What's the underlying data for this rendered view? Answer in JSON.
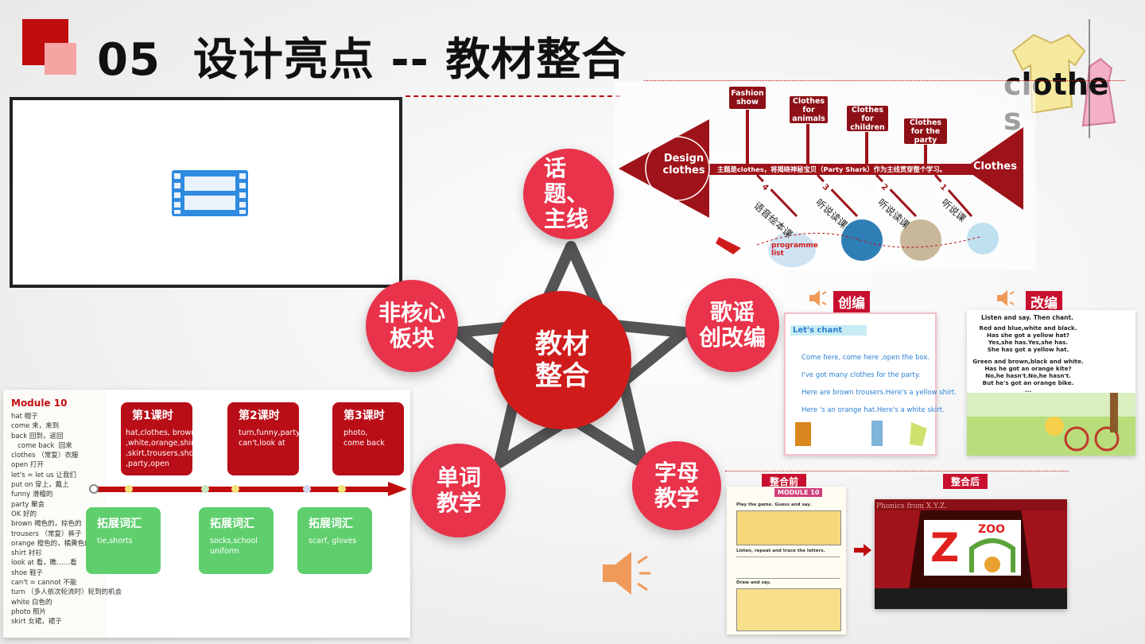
{
  "title": "05  设计亮点 -- 教材整合",
  "clothes_logo": "clothe\ns",
  "star": {
    "center": "教材\n整合",
    "topic": "话\n题、\n主线",
    "song": "歌谣\n创改编",
    "letter": "字母\n教学",
    "word": "单词\n教学",
    "noncore": "非核心\n板块"
  },
  "fishbone": {
    "head": "Design\nclothes",
    "tail": "Clothes",
    "spine": "主题是clothes，将揭晓神秘宝贝（Party Shark）作为主线贯穿整个学习。",
    "boxes": [
      "Fashion\nshow",
      "Clothes\nfor\nanimals",
      "Clothes\nfor\nchildren",
      "Clothes\nfor the\nparty"
    ],
    "nums": [
      "4",
      "3",
      "2",
      "1"
    ],
    "lessons": [
      "语音绘本课",
      "听说读课",
      "听说读课",
      "听说课"
    ],
    "programme": "programme\nlist"
  },
  "chant_panel": {
    "tag1": "创编",
    "tag2": "改编",
    "lets_chant": "Let's chant",
    "lines": [
      "Come here, come here ,open the box.",
      "I've got many clothes for the party.",
      "Here are brown trousers.Here's a yellow shirt.",
      "Here 's an orange hat.Here's a white skirt."
    ],
    "listen": "Listen and say. Then chant.",
    "lines2": [
      "Red and blue,white and black.",
      "Has she got a yellow hat?",
      "Yes,she has.Yes,she has.",
      "She has got a yellow hat.",
      "Green and brown,black and white.",
      "Has he got an orange kite?",
      "No,he hasn't.No,he hasn't.",
      "But he's got an orange bike.",
      "..."
    ]
  },
  "phonics_panel": {
    "before": "整合前",
    "after": "整合后",
    "module": "MODULE 10",
    "phonics_title": "Phonics from X.Y.Z.",
    "zoo": "ZOO",
    "z": "Z",
    "items": [
      "Play the game. Guess and say.",
      "Listen, repeat and trace the letters.",
      "Draw and say."
    ]
  },
  "lessons": {
    "module": "Module 10",
    "vocab": [
      "hat  帽子",
      "come  来，来到",
      "back  回到，返回",
      "   come back  回来",
      "clothes  （常复）衣服",
      "open  打开",
      "let's = let us  让我们",
      "put on  穿上，戴上",
      "funny  滑稽的",
      "party  聚会",
      "OK  好的",
      "brown  褐色的，棕色的",
      "trousers  （常复）裤子",
      "orange  橙色的，橘黄色的",
      "shirt  衬衫",
      "look at  看，瞧……看",
      "shoe  鞋子",
      "can't = cannot  不能",
      "turn  （多人依次轮流时）轮到的机会",
      "white  白色的",
      "photo  照片",
      "skirt  女裙，裙子"
    ],
    "red": [
      {
        "title": "第1课时",
        "body": "hat,clothes, brown\n,white,orange,shirt\n,skirt,trousers,shoe\n,party,open"
      },
      {
        "title": "第2课时",
        "body": "turn,funny,party,\ncan't,look at"
      },
      {
        "title": "第3课时",
        "body": "photo,\ncome back"
      }
    ],
    "green": [
      {
        "title": "拓展词汇",
        "body": "tie,shorts"
      },
      {
        "title": "拓展词汇",
        "body": "socks,school\nuniform"
      },
      {
        "title": "拓展词汇",
        "body": "scarf, gloves"
      }
    ]
  },
  "colors": {
    "accent": "#c00d0d",
    "circle": "#e8334a",
    "green": "#5fcf6e",
    "darkred": "#8c1016"
  }
}
